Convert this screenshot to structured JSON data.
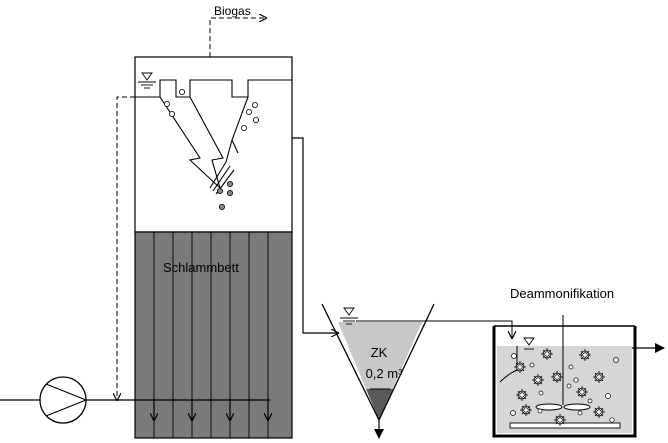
{
  "labels": {
    "biogas": "Biogas",
    "sludge_bed": "Schlammbett",
    "intermediate_tank": "ZK",
    "intermediate_tank_volume": "0,2 m³",
    "deammonification": "Deammonifikation"
  },
  "colors": {
    "sludge_bed": "#7a7a7a",
    "tank_liquid": "#c8c8c8",
    "tank_sludge": "#5a5a5a",
    "reactor_liquid": "#d6d6d6",
    "gas_bubble": "#8a8a8a",
    "line": "#000000"
  },
  "icons": [
    "pump-icon",
    "water-level-icon",
    "granule-icon",
    "stirrer-icon",
    "aerator-icon"
  ]
}
